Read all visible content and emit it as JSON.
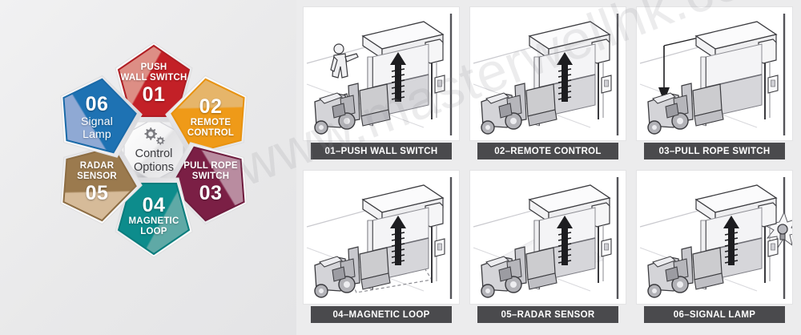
{
  "background": {
    "page_color": "#ececed",
    "panel_bg": "#ffffff",
    "caption_bg": "#4a4a4d"
  },
  "watermark": {
    "text": "www.masterwellhk.com"
  },
  "infographic": {
    "hub": {
      "title_line1": "Control",
      "title_line2": "Options",
      "icon_large": "gear-icon",
      "icon_small": "gear-icon-small",
      "text_color": "#3b3b3f"
    },
    "petals": [
      {
        "num": "01",
        "line1": "PUSH",
        "line2": "WALL SWITCH",
        "style": "upper",
        "num_first": false,
        "color_light": "#dd8e85",
        "color_dark": "#c32027",
        "edge": "#b01d23",
        "angle": 0
      },
      {
        "num": "02",
        "line1": "REMOTE",
        "line2": "CONTROL",
        "style": "upper",
        "num_first": true,
        "color_light": "#e6b56a",
        "color_dark": "#ef9a18",
        "edge": "#e8920f",
        "angle": 60
      },
      {
        "num": "03",
        "line1": "PULL ROPE",
        "line2": "SWITCH",
        "style": "upper",
        "num_first": false,
        "color_light": "#b98ca0",
        "color_dark": "#7b1f45",
        "edge": "#6e1b3d",
        "angle": 120
      },
      {
        "num": "04",
        "line1": "MAGNETIC",
        "line2": "LOOP",
        "style": "upper",
        "num_first": true,
        "color_light": "#5fa9a6",
        "color_dark": "#0d8c8c",
        "edge": "#0a7d7d",
        "angle": 180
      },
      {
        "num": "05",
        "line1": "RADAR",
        "line2": "SENSOR",
        "style": "upper",
        "num_first": false,
        "color_light": "#d6bb99",
        "color_dark": "#9b7a4e",
        "edge": "#8d6d43",
        "angle": 240
      },
      {
        "num": "06",
        "line1": "Signal",
        "line2": "Lamp",
        "style": "mixed",
        "num_first": true,
        "color_light": "#8fa9d4",
        "color_dark": "#1e72b3",
        "edge": "#1a6aa8",
        "angle": 300
      }
    ]
  },
  "panels": [
    {
      "id": "01",
      "caption": "01–PUSH WALL SWITCH",
      "scene": "push-wall-switch",
      "has_person": true,
      "has_rope": false,
      "has_loop": false,
      "has_radar": false,
      "has_lamp": false,
      "arrow": "up"
    },
    {
      "id": "02",
      "caption": "02–REMOTE CONTROL",
      "scene": "remote-control",
      "has_person": false,
      "has_rope": false,
      "has_loop": false,
      "has_radar": false,
      "has_lamp": false,
      "arrow": "up"
    },
    {
      "id": "03",
      "caption": "03–PULL ROPE SWITCH",
      "scene": "pull-rope-switch",
      "has_person": false,
      "has_rope": true,
      "has_loop": false,
      "has_radar": false,
      "has_lamp": false,
      "arrow": "down"
    },
    {
      "id": "04",
      "caption": "04–MAGNETIC LOOP",
      "scene": "magnetic-loop",
      "has_person": false,
      "has_rope": false,
      "has_loop": true,
      "has_radar": false,
      "has_lamp": false,
      "arrow": "up"
    },
    {
      "id": "05",
      "caption": "05–RADAR SENSOR",
      "scene": "radar-sensor",
      "has_person": false,
      "has_rope": false,
      "has_loop": false,
      "has_radar": true,
      "has_lamp": false,
      "arrow": "up"
    },
    {
      "id": "06",
      "caption": "06–SIGNAL LAMP",
      "scene": "signal-lamp",
      "has_person": false,
      "has_rope": false,
      "has_loop": false,
      "has_radar": false,
      "has_lamp": true,
      "arrow": "up"
    }
  ]
}
